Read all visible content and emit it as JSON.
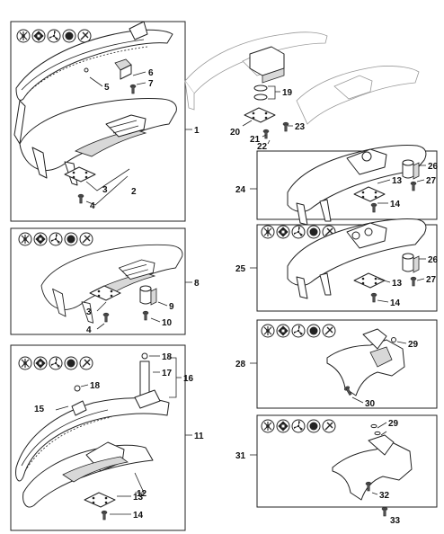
{
  "callouts": [
    {
      "id": "c1",
      "text": "1"
    },
    {
      "id": "c2",
      "text": "2"
    },
    {
      "id": "c3",
      "text": "3"
    },
    {
      "id": "c4",
      "text": "4"
    },
    {
      "id": "c5",
      "text": "5"
    },
    {
      "id": "c6",
      "text": "6"
    },
    {
      "id": "c7",
      "text": "7"
    },
    {
      "id": "c8",
      "text": "8"
    },
    {
      "id": "c9",
      "text": "9"
    },
    {
      "id": "c10",
      "text": "10"
    },
    {
      "id": "c3b",
      "text": "3"
    },
    {
      "id": "c4b",
      "text": "4"
    },
    {
      "id": "c11",
      "text": "11"
    },
    {
      "id": "c12",
      "text": "12"
    },
    {
      "id": "c13",
      "text": "13"
    },
    {
      "id": "c14",
      "text": "14"
    },
    {
      "id": "c15",
      "text": "15"
    },
    {
      "id": "c16",
      "text": "16"
    },
    {
      "id": "c17",
      "text": "17"
    },
    {
      "id": "c18",
      "text": "18"
    },
    {
      "id": "c18b",
      "text": "18"
    },
    {
      "id": "c19",
      "text": "19"
    },
    {
      "id": "c20",
      "text": "20"
    },
    {
      "id": "c21",
      "text": "21"
    },
    {
      "id": "c22",
      "text": "22"
    },
    {
      "id": "c23",
      "text": "23"
    },
    {
      "id": "c24",
      "text": "24"
    },
    {
      "id": "c13b",
      "text": "13"
    },
    {
      "id": "c14b",
      "text": "14"
    },
    {
      "id": "c26",
      "text": "26"
    },
    {
      "id": "c27",
      "text": "27"
    },
    {
      "id": "c25",
      "text": "25"
    },
    {
      "id": "c13c",
      "text": "13"
    },
    {
      "id": "c14c",
      "text": "14"
    },
    {
      "id": "c26b",
      "text": "26"
    },
    {
      "id": "c27b",
      "text": "27"
    },
    {
      "id": "c28",
      "text": "28"
    },
    {
      "id": "c29",
      "text": "29"
    },
    {
      "id": "c30",
      "text": "30"
    },
    {
      "id": "c31",
      "text": "31"
    },
    {
      "id": "c29b",
      "text": "29"
    },
    {
      "id": "c32",
      "text": "32"
    },
    {
      "id": "c33",
      "text": "33"
    }
  ],
  "tool_icons": [
    "grass-cutting-line-icon",
    "metal-blade-icon",
    "three-tooth-blade-icon",
    "brush-knife-icon",
    "saw-blade-icon"
  ]
}
